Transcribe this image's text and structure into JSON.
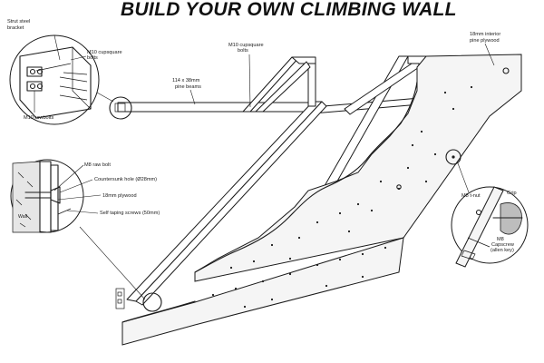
{
  "title": "BUILD YOUR OWN CLIMBING WALL",
  "labels": {
    "strut_steel_bracket_line1": "Strut steel",
    "strut_steel_bracket_line2": "bracket",
    "m10_cupsquare_bolts_top_line1": "M10 cupsquare",
    "m10_cupsquare_bolts_top_line2": "bolts",
    "m10_cupsquare_bolts_left_line1": "M10 cupsquare",
    "m10_cupsquare_bolts_left_line2": "bolts",
    "m10_rawbolts": "M10 rawbolts",
    "pine_beams_line1": "114 x 38mm",
    "pine_beams_line2": "pine beams",
    "plywood_interior_line1": "18mm interior",
    "plywood_interior_line2": "pine plywood",
    "m8_raw_bolt": "M8 raw bolt",
    "countersunk_hole": "Countersunk hole (Ø28mm)",
    "plywood_18mm": "18mm plywood",
    "self_tapping_screws": "Self taping screws (50mm)",
    "m8_tnut": "M8 t-nut",
    "grip": "Grip",
    "m8_capscrew_line1": "M8",
    "m8_capscrew_line2": "Capscrew",
    "m8_capscrew_line3": "(allen key)",
    "wall_tag": "Wall"
  },
  "colors": {
    "ink": "#1a1a1a",
    "paper": "#ffffff",
    "plywood_fill": "#f5f5f5",
    "masonry_fill": "#e6e6e6",
    "grip_fill": "#bdbdbd"
  }
}
